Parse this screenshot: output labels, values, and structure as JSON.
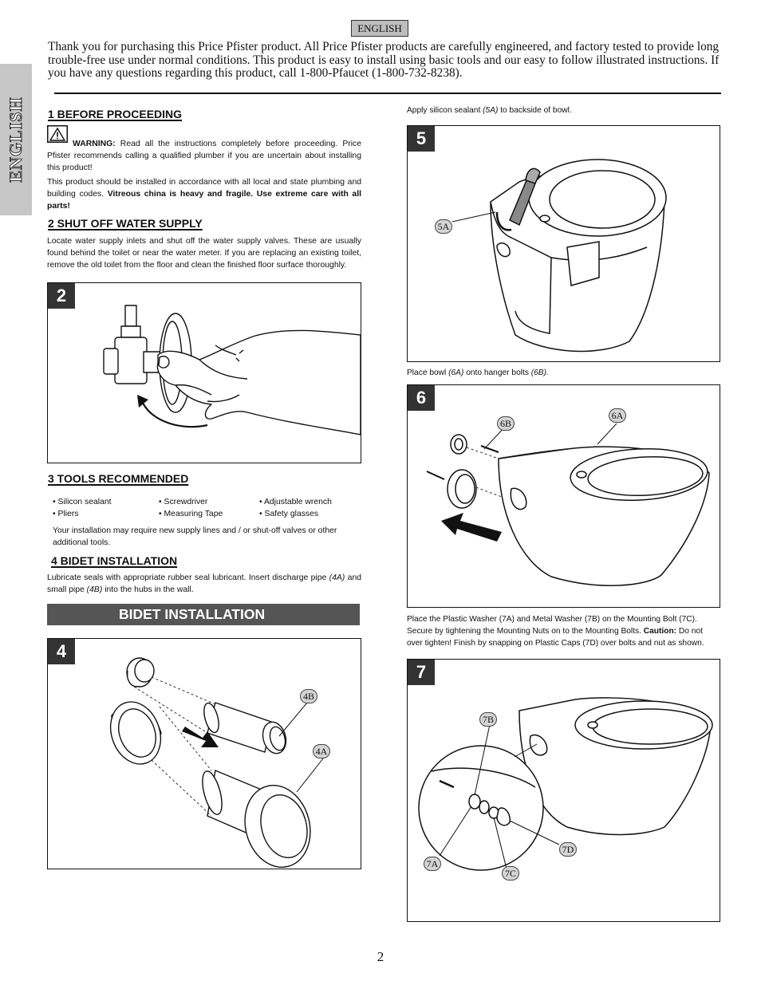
{
  "header": {
    "language_badge": "ENGLISH",
    "side_tab": "ENGLISH"
  },
  "intro": "Thank you for purchasing this Price Pfister product.  All Price Pfister products are carefully engineered, and factory tested to provide long trouble-free use under normal conditions.  This product is easy to install using basic tools and our easy to follow illustrated instructions.  If you have any questions regarding this product, call 1-800-Pfaucet (1-800-732-8238).",
  "sections": {
    "before": {
      "heading": "1  BEFORE PROCEEDING",
      "warning_label": "WARNING:",
      "warning_text": " Read all the instructions completely before proceeding. Price Pfister recommends calling a qualified plumber if you are uncertain about installing this product!",
      "codes_text": "This product should be installed in accordance with all local and state plumbing and building codes.  ",
      "codes_bold": "Vitreous china is heavy and fragile. Use extreme care with all parts!"
    },
    "shutoff": {
      "heading": "2  SHUT OFF WATER SUPPLY",
      "text": "Locate water supply inlets and shut off the water supply valves.  These are usually found behind the toilet or near the water meter.  If you are replacing an existing toilet, remove the old toilet from the floor and clean the finished floor surface thoroughly."
    },
    "tools": {
      "heading": "3  TOOLS RECOMMENDED",
      "col1": [
        "• Silicon sealant",
        "• Pliers"
      ],
      "col2": [
        "• Screwdriver",
        "• Measuring Tape"
      ],
      "col3": [
        "• Adjustable wrench",
        "• Safety glasses"
      ],
      "note": "Your installation may require new supply lines and / or shut-off valves or other additional tools."
    },
    "bidet": {
      "heading": "4  BIDET INSTALLATION",
      "text_a": "Lubricate seals with appropriate rubber seal lubricant. Insert discharge pipe ",
      "ref_a": "(4A)",
      "text_b": " and small pipe ",
      "ref_b": "(4B)",
      "text_c": " into the hubs in the wall."
    },
    "banner": "BIDET INSTALLATION"
  },
  "steps": {
    "s2": {
      "number": "2"
    },
    "s4": {
      "number": "4",
      "callouts": [
        "4B",
        "4A"
      ]
    },
    "s5": {
      "number": "5",
      "caption_a": "Apply silicon sealant ",
      "caption_ref": "(5A)",
      "caption_b": " to backside of bowl.",
      "callouts": [
        "5A"
      ]
    },
    "s6": {
      "number": "6",
      "caption_a": "Place bowl ",
      "ref_a": "(6A)",
      "caption_b": " onto hanger bolts ",
      "ref_b": "(6B).",
      "callouts": [
        "6B",
        "6A"
      ]
    },
    "s7": {
      "number": "7",
      "caption": "Place the Plastic Washer (7A) and Metal Washer (7B) on the Mounting Bolt (7C). Secure by tightening the Mounting Nuts on to the Mounting Bolts.  ",
      "caution_label": "Caution:",
      "caution_text": " Do not over tighten! Finish by snapping on Plastic Caps (7D) over bolts and nut as shown.",
      "callouts": [
        "7B",
        "7D",
        "7A",
        "7C"
      ]
    }
  },
  "footer": {
    "page_number": "2"
  }
}
